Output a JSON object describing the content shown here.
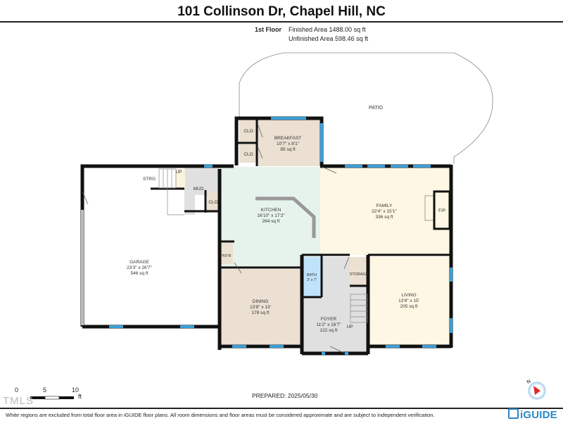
{
  "header": {
    "title": "101 Collinson Dr, Chapel Hill, NC",
    "floor": "1st Floor",
    "finished_area": "Finished Area 1488.00 sq ft",
    "unfinished_area": "Unfinished Area 598.46 sq ft"
  },
  "colors": {
    "wall": "#111111",
    "window": "#3b9fd8",
    "door": "#d0d0d0",
    "kitchen": "#e6f3ec",
    "family_living": "#fdf7e3",
    "breakfast_dining": "#ebe0d1",
    "foyer_mud": "#e0e0e0",
    "bath": "#bfe3fb",
    "stair": "#fbf4dc",
    "brand": "#2a86c7",
    "compass_red": "#e02b2b",
    "compass_ring": "#cfe6f7"
  },
  "rooms": {
    "patio": {
      "name": "PATIO"
    },
    "breakfast": {
      "name": "BREAKFAST",
      "dims": "10'7\" x 8'1\"",
      "area": "85 sq ft"
    },
    "clo1": {
      "name": "CLO"
    },
    "clo2": {
      "name": "CLO"
    },
    "clo3": {
      "name": "CLO"
    },
    "strg": {
      "name": "STRG"
    },
    "up_back": {
      "name": "UP"
    },
    "mud": {
      "name": "MUD"
    },
    "kitchen": {
      "name": "KITCHEN",
      "dims": "16'10\" x 17'2\"",
      "area": "264 sq ft"
    },
    "family": {
      "name": "FAMILY",
      "dims": "22'4\" x 15'1\"",
      "area": "336 sq ft"
    },
    "fp": {
      "name": "F/P"
    },
    "garage": {
      "name": "GARAGE",
      "dims": "23'3\" x 26'7\"",
      "area": "546 sq ft"
    },
    "pntr": {
      "name": "PNTR"
    },
    "dining": {
      "name": "DINING",
      "dims": "13'8\" x 13'",
      "area": "178 sq ft"
    },
    "bath": {
      "name": "BATH",
      "dims": "3' x 7'"
    },
    "foyer": {
      "name": "FOYER",
      "dims": "11'2\" x 16'7\"",
      "area": "122 sq ft"
    },
    "storage": {
      "name": "STORAGE"
    },
    "up_front": {
      "name": "UP"
    },
    "living": {
      "name": "LIVING",
      "dims": "13'8\" x 15'",
      "area": "205 sq ft"
    }
  },
  "scale_bar": {
    "ticks": [
      "0",
      "5",
      "10"
    ],
    "unit": "ft"
  },
  "footer": {
    "prepared": "PREPARED: 2025/05/30",
    "disclaimer": "White regions are excluded from total floor area in iGUIDE floor plans. All room dimensions and floor areas must be considered approximate and are subject to independent verification.",
    "brand": "iGUIDE",
    "watermark": "TMLS",
    "compass_label": "N"
  }
}
